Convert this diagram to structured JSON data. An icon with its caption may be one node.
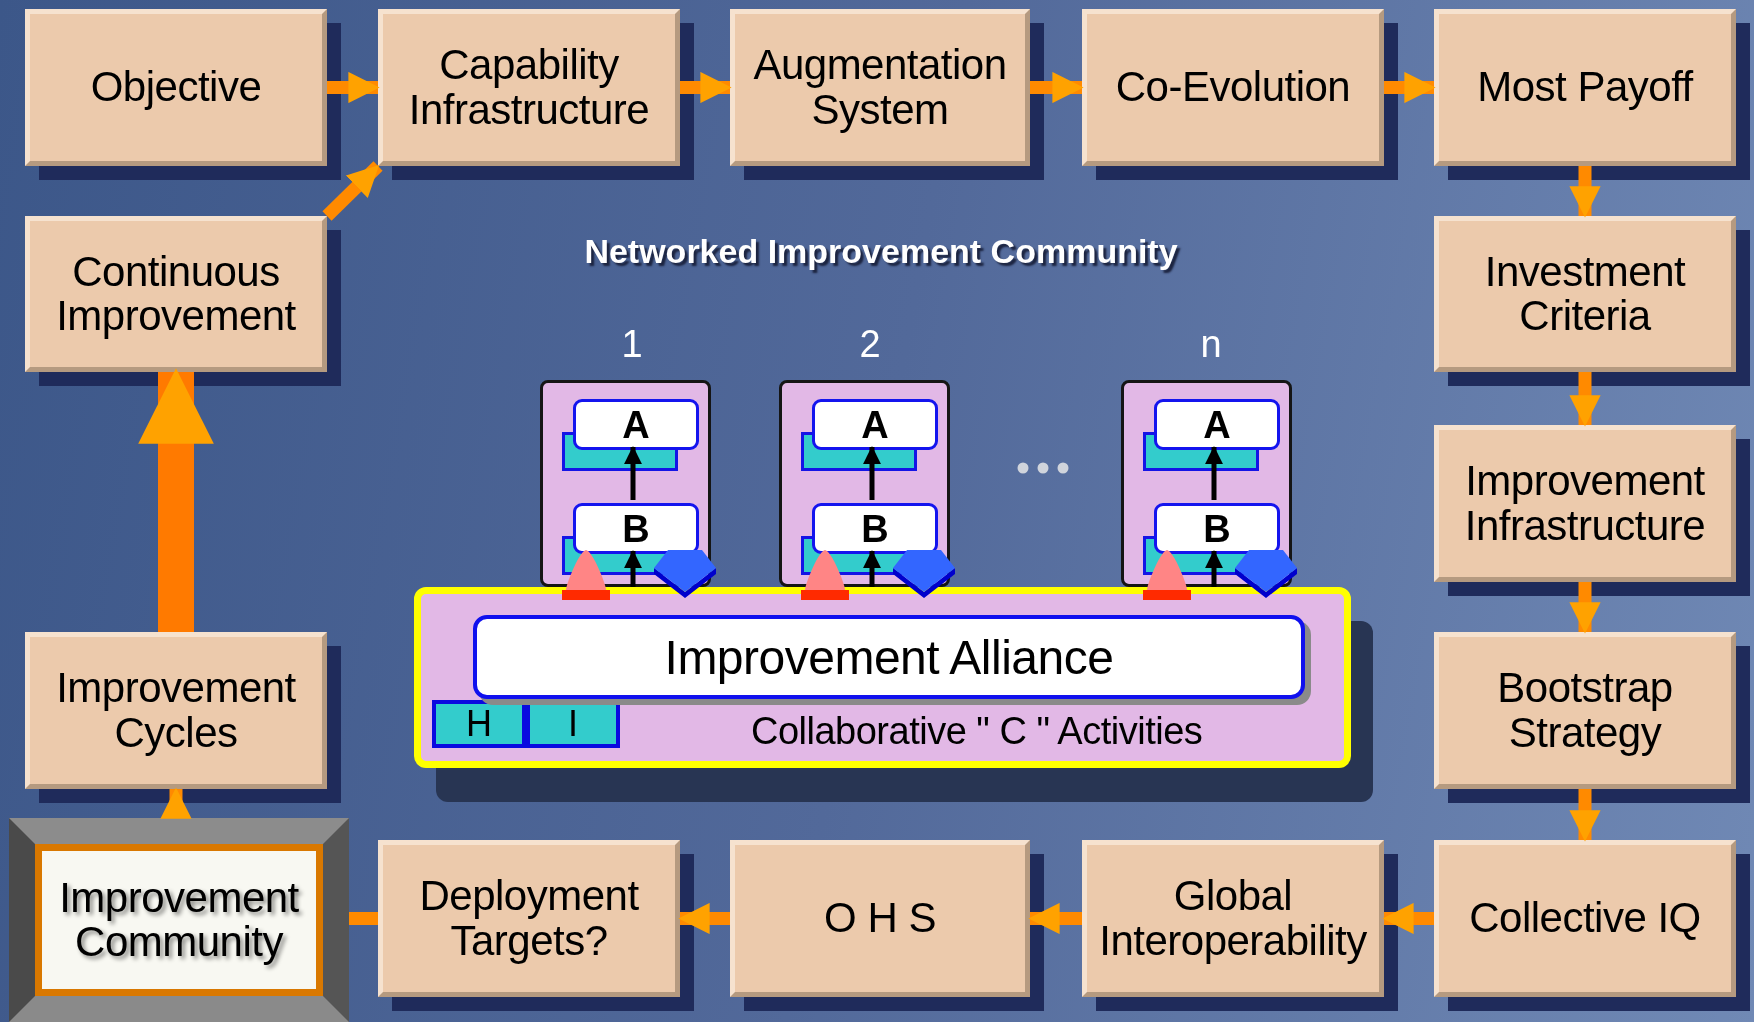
{
  "diagram": {
    "title": "Networked Improvement Community",
    "nodes": [
      {
        "text": [
          "Objective"
        ]
      },
      {
        "text": [
          "Capability Infrastructure"
        ]
      },
      {
        "text": [
          "Augmentation System"
        ]
      },
      {
        "text": [
          "Co-Evolution"
        ]
      },
      {
        "text": [
          "Most Payoff"
        ]
      },
      {
        "text": [
          "Continuous Improvement"
        ]
      },
      {
        "text": [
          "Investment Criteria"
        ]
      },
      {
        "text": [],
        "shape": "box"
      },
      {
        "text": [
          "A"
        ],
        "in": 7
      },
      {
        "text": [
          "B"
        ],
        "in": 7
      },
      {
        "text": [],
        "shape": "box"
      },
      {
        "text": [
          "A"
        ],
        "in": 10
      },
      {
        "text": [
          "B"
        ],
        "in": 10
      },
      {
        "text": [],
        "shape": "box"
      },
      {
        "text": [
          "A"
        ],
        "in": 13
      },
      {
        "text": [
          "B"
        ],
        "in": 13
      },
      {
        "text": [
          "Improvement Infrastructure"
        ]
      },
      {
        "text": [
          "Collaborative \" C \" Activities"
        ]
      },
      {
        "text": [
          "Improvement Alliance"
        ],
        "in": 17
      },
      {
        "text": [
          "H"
        ],
        "in": 17
      },
      {
        "text": [
          "I"
        ],
        "in": 17
      },
      {
        "text": [
          "Improvement Cycles"
        ]
      },
      {
        "text": [
          "Bootstrap Strategy"
        ]
      },
      {
        "text": [
          "Improvement Community"
        ]
      },
      {
        "text": [
          "Deployment Targets?"
        ]
      },
      {
        "text": [
          "O H S"
        ]
      },
      {
        "text": [
          "Global Interoperability"
        ]
      },
      {
        "text": [
          "Collective IQ"
        ]
      }
    ],
    "edges": [
      {
        "from": 0,
        "to": 1,
        "arrow": "to"
      },
      {
        "from": 1,
        "to": 2,
        "arrow": "to"
      },
      {
        "from": 2,
        "to": 3,
        "arrow": "to"
      },
      {
        "from": 3,
        "to": 4,
        "arrow": "to"
      },
      {
        "from": 4,
        "to": 6,
        "arrow": "to"
      },
      {
        "from": 6,
        "to": 16,
        "arrow": "to"
      },
      {
        "from": 16,
        "to": 22,
        "arrow": "to"
      },
      {
        "from": 22,
        "to": 27,
        "arrow": "to"
      },
      {
        "from": 27,
        "to": 26,
        "arrow": "to"
      },
      {
        "from": 26,
        "to": 25,
        "arrow": "to"
      },
      {
        "from": 25,
        "to": 24,
        "arrow": "to"
      },
      {
        "from": 24,
        "to": 23,
        "arrow": "none"
      },
      {
        "from": 23,
        "to": 21,
        "arrow": "to"
      },
      {
        "from": 21,
        "to": 5,
        "arrow": "to",
        "style": "thick"
      },
      {
        "from": 5,
        "to": 1,
        "arrow": "to"
      },
      {
        "from": 9,
        "to": 8,
        "arrow": "to",
        "color": "#000000"
      },
      {
        "from": 12,
        "to": 11,
        "arrow": "to",
        "color": "#000000"
      },
      {
        "from": 15,
        "to": 14,
        "arrow": "to",
        "color": "#000000"
      },
      {
        "from": 17,
        "to": 9,
        "arrow": "to",
        "color": "#000000"
      },
      {
        "from": 17,
        "to": 12,
        "arrow": "to",
        "color": "#000000"
      },
      {
        "from": 17,
        "to": 15,
        "arrow": "to",
        "color": "#000000"
      }
    ],
    "labels": [
      "1",
      "2",
      "n"
    ]
  }
}
